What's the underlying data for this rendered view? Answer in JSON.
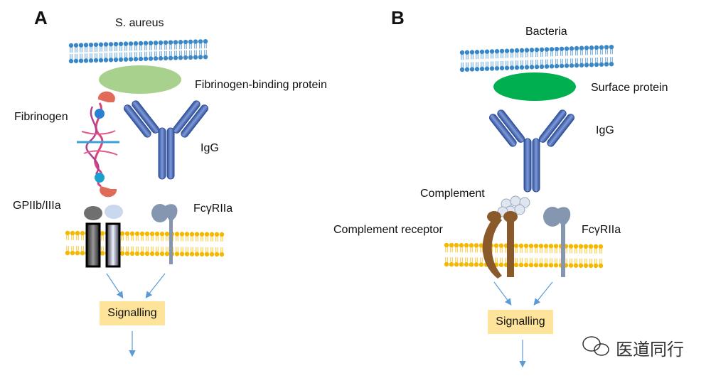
{
  "panel_a": {
    "letter": "A",
    "organism": "S. aureus",
    "surface_protein": "Fibrinogen-binding protein",
    "fibrinogen": "Fibrinogen",
    "antibody": "IgG",
    "integrin": "GPIIb/IIIa",
    "fc_receptor": "FcγRIIa",
    "signal": "Signalling"
  },
  "panel_b": {
    "letter": "B",
    "organism": "Bacteria",
    "surface_protein": "Surface protein",
    "antibody": "IgG",
    "complement": "Complement",
    "complement_receptor": "Complement receptor",
    "fc_receptor": "FcγRIIa",
    "signal": "Signalling"
  },
  "watermark": "医道同行",
  "colors": {
    "bacterial_membrane": "#3a87c8",
    "platelet_membrane": "#f5b800",
    "fibrinogen_binding_protein": "#a9d18e",
    "surface_protein": "#00b050",
    "igg": "#4b6fb5",
    "fc_receptor": "#8496b0",
    "complement_receptor": "#8b5a2b",
    "signal_box": "#fde49a",
    "arrow": "#5b9bd5"
  }
}
